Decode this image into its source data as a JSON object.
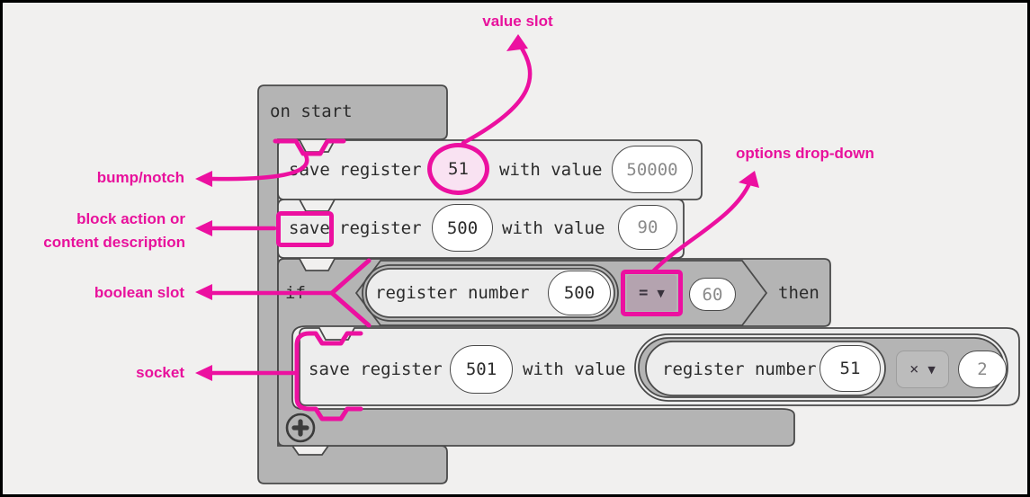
{
  "annotations": {
    "value_slot": "value slot",
    "options_dropdown": "options drop-down",
    "bump_notch": "bump/notch",
    "block_action_line1": "block action or",
    "block_action_line2": "content description",
    "boolean_slot": "boolean slot",
    "socket": "socket"
  },
  "ui": {
    "dropdown_caret": "▼"
  },
  "colors": {
    "annotation_pink": "#EC10A0",
    "block_gray": "#B4B4B4",
    "block_light": "#EDEDED",
    "dropdown_mauve": "#B4A3AF",
    "outline": "#4A4A4A"
  },
  "blocks": {
    "on_start": {
      "label": "on start"
    },
    "save_register_1": {
      "action": "save",
      "noun": "register",
      "register": "51",
      "with_value": "with value",
      "value": "50000"
    },
    "save_register_2": {
      "action": "save",
      "noun": "register",
      "register": "500",
      "with_value": "with value",
      "value": "90"
    },
    "if_then": {
      "if_label": "if",
      "then_label": "then",
      "condition": {
        "left_label": "register number",
        "left_register": "500",
        "operator": "=",
        "right_value": "60"
      }
    },
    "save_register_3": {
      "action": "save register",
      "register": "501",
      "with_value": "with value",
      "value_expression": {
        "label": "register number",
        "register": "51",
        "operator": "×",
        "operand": "2"
      }
    }
  }
}
